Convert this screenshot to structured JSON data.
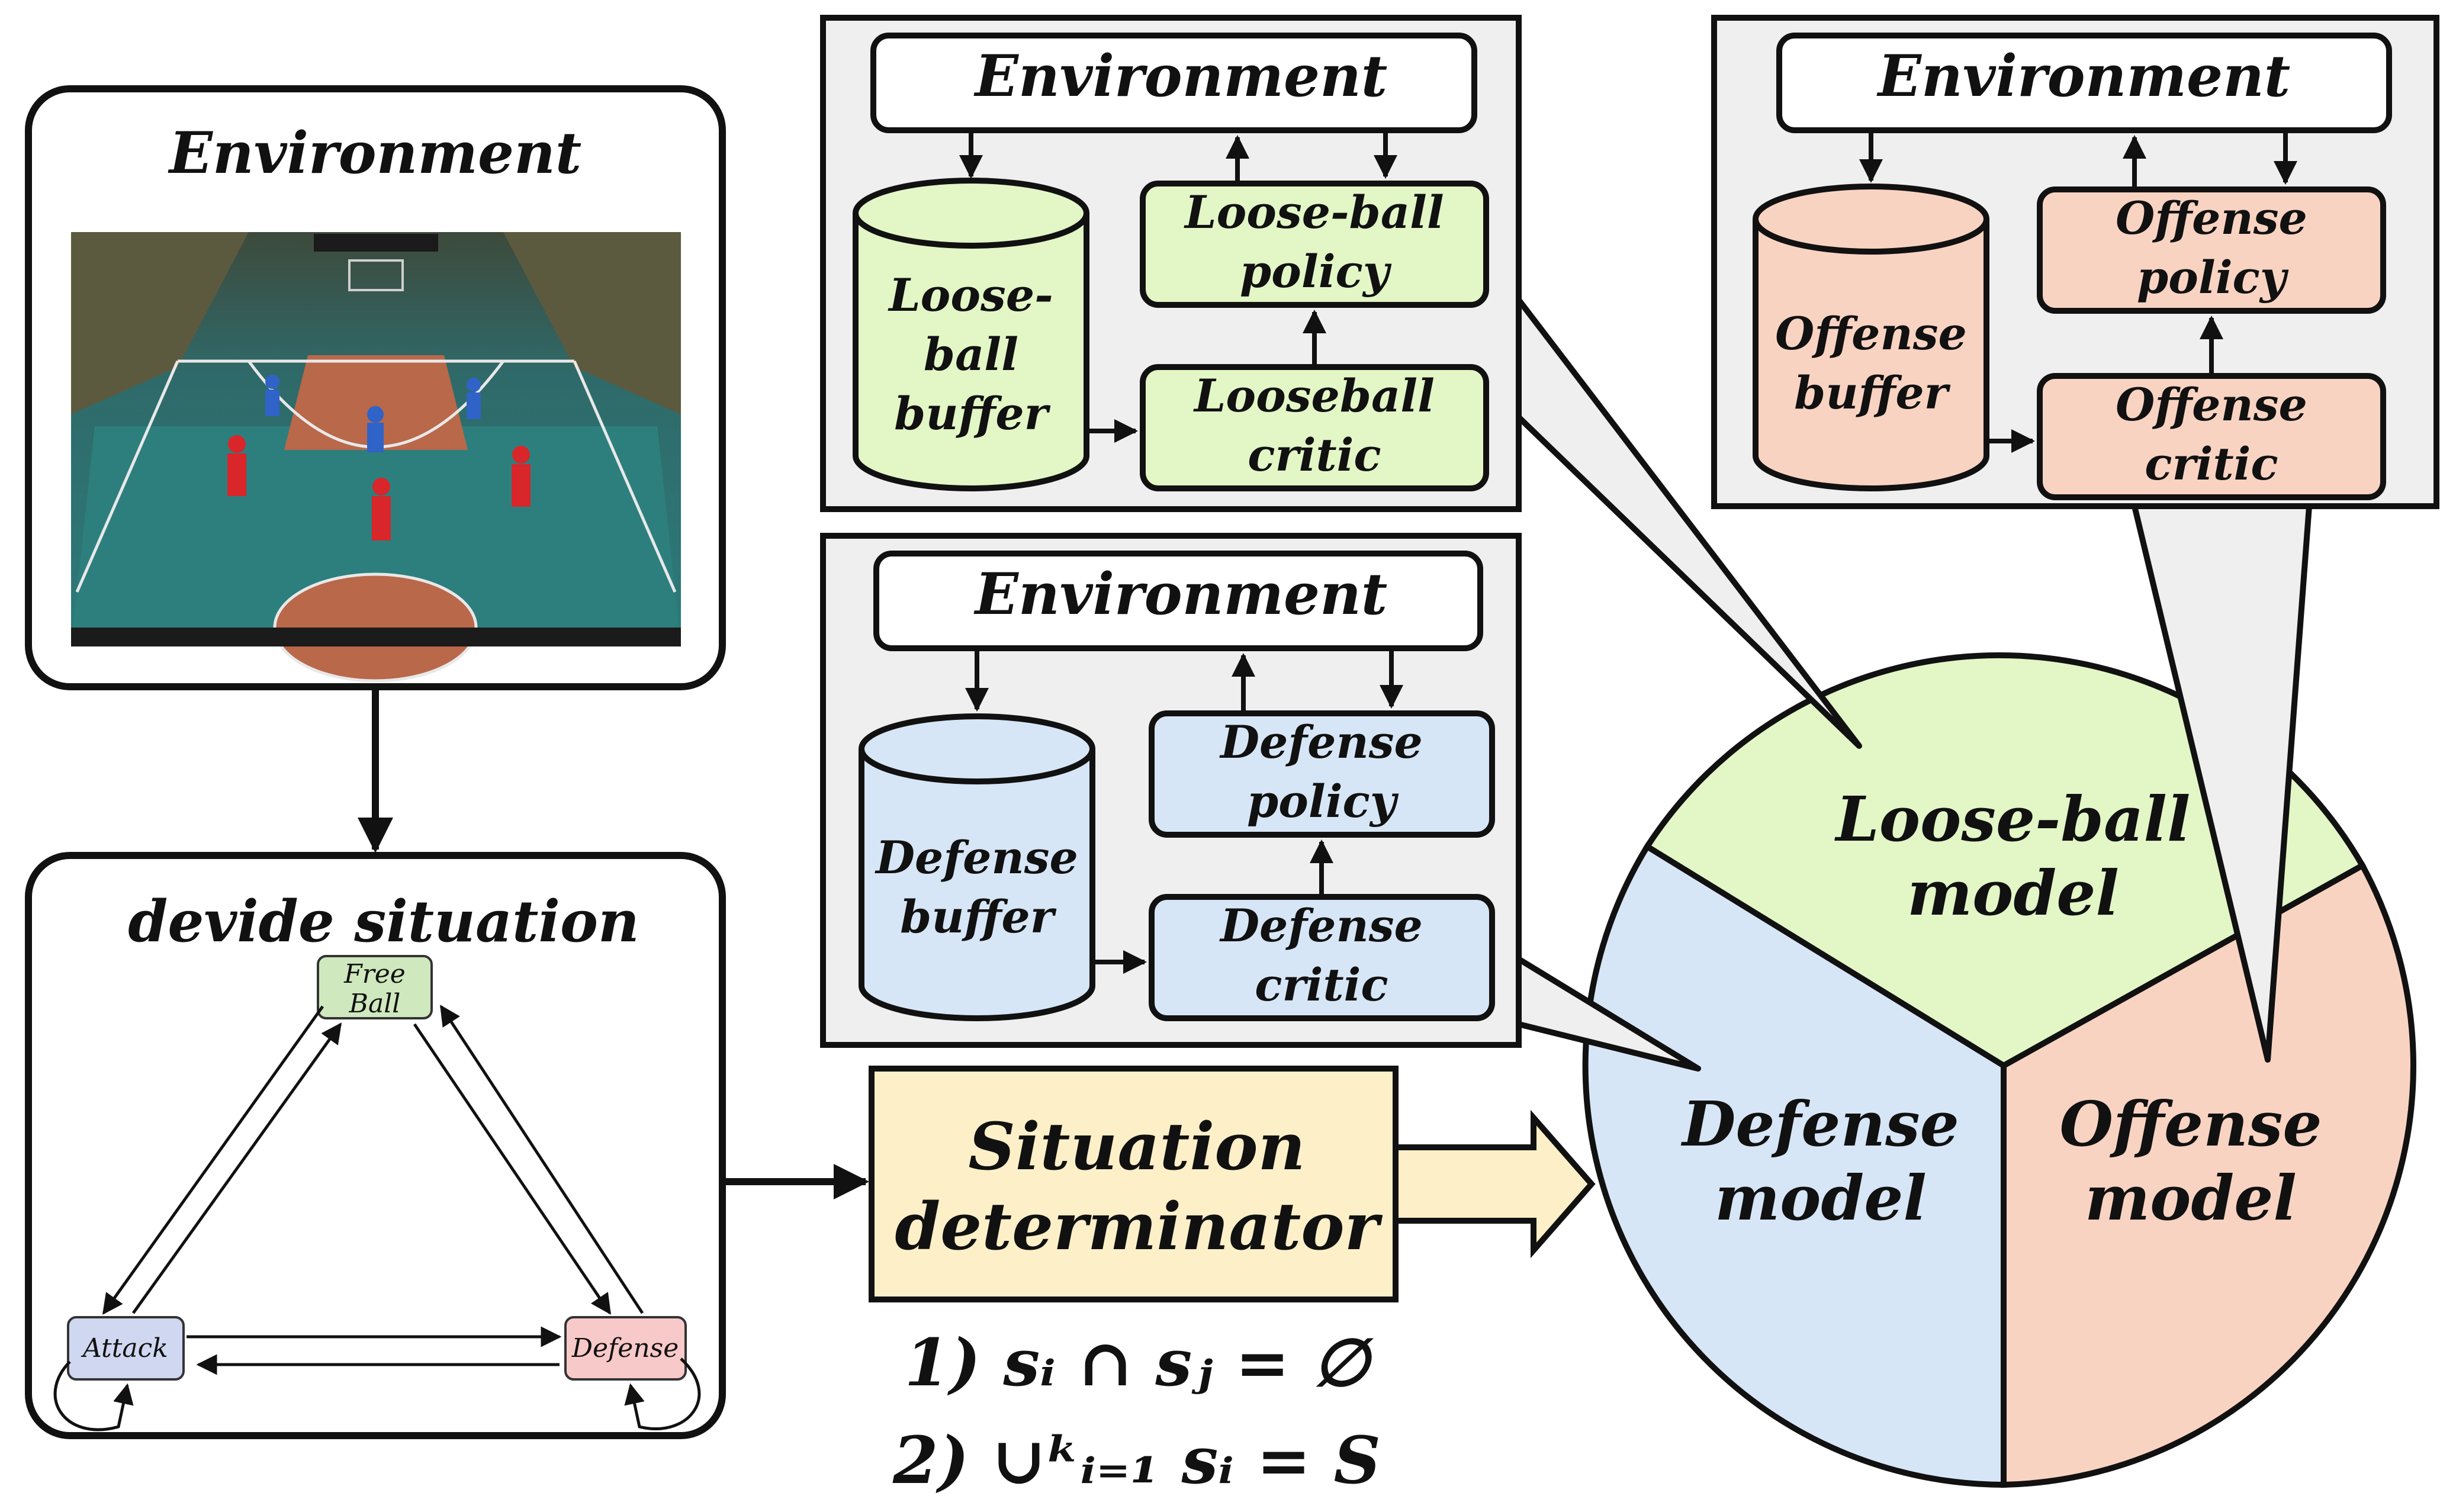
{
  "left": {
    "environment_title": "Environment",
    "devide_title": "devide situation",
    "states": {
      "free_ball": [
        "Free",
        "Ball"
      ],
      "attack": "Attack",
      "defense": "Defense"
    }
  },
  "loose_panel": {
    "environment": "Environment",
    "buffer": [
      "Loose-",
      "ball",
      "buffer"
    ],
    "policy": [
      "Loose-ball",
      "policy"
    ],
    "critic": [
      "Looseball",
      "critic"
    ]
  },
  "offense_panel": {
    "environment": "Environment",
    "buffer": [
      "Offense",
      "buffer"
    ],
    "policy": [
      "Offense",
      "policy"
    ],
    "critic": [
      "Offense",
      "critic"
    ]
  },
  "defense_panel": {
    "environment": "Environment",
    "buffer": [
      "Defense",
      "buffer"
    ],
    "policy": [
      "Defense",
      "policy"
    ],
    "critic": [
      "Defense",
      "critic"
    ]
  },
  "determinator": [
    "Situation",
    "determinator"
  ],
  "equations": [
    "1) sᵢ ∩ sⱼ = ∅",
    "2) ∪ᵏᵢ₌₁ sᵢ = S"
  ],
  "pie": {
    "loose": [
      "Loose-ball",
      "model"
    ],
    "defense": [
      "Defense",
      "model"
    ],
    "offense": [
      "Offense",
      "model"
    ]
  },
  "colors": {
    "loose": "#e3f6c6",
    "offense": "#f9d3c2",
    "defense": "#d7e6f6",
    "determinator": "#fdf0c8",
    "free_ball": "#cfe8bd",
    "attack": "#cfd8f0",
    "defense_state": "#f8c9c9",
    "panel_bg": "#efefef"
  }
}
